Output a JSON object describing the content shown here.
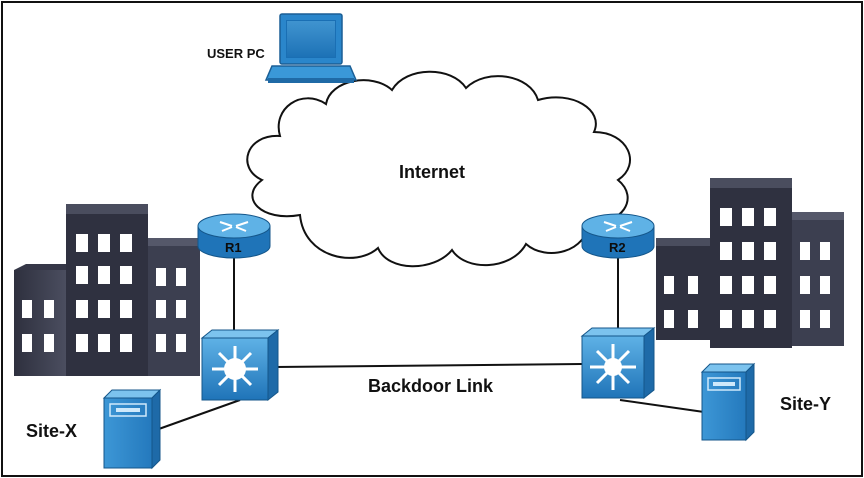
{
  "labels": {
    "user_pc": "USER PC",
    "internet": "Internet",
    "r1": "R1",
    "r2": "R2",
    "backdoor_link": "Backdoor Link",
    "site_x": "Site-X",
    "site_y": "Site-Y"
  },
  "colors": {
    "device_blue": "#2f8fd0",
    "device_light": "#7cc3ee",
    "device_dark": "#1e6aa8",
    "building_dark": "#353747",
    "building_mid": "#4a4d5e",
    "window": "#ffffff",
    "line": "#111111"
  },
  "icons": [
    "laptop-icon",
    "cloud-icon",
    "router-icon",
    "switch-icon",
    "server-icon",
    "building-icon"
  ]
}
